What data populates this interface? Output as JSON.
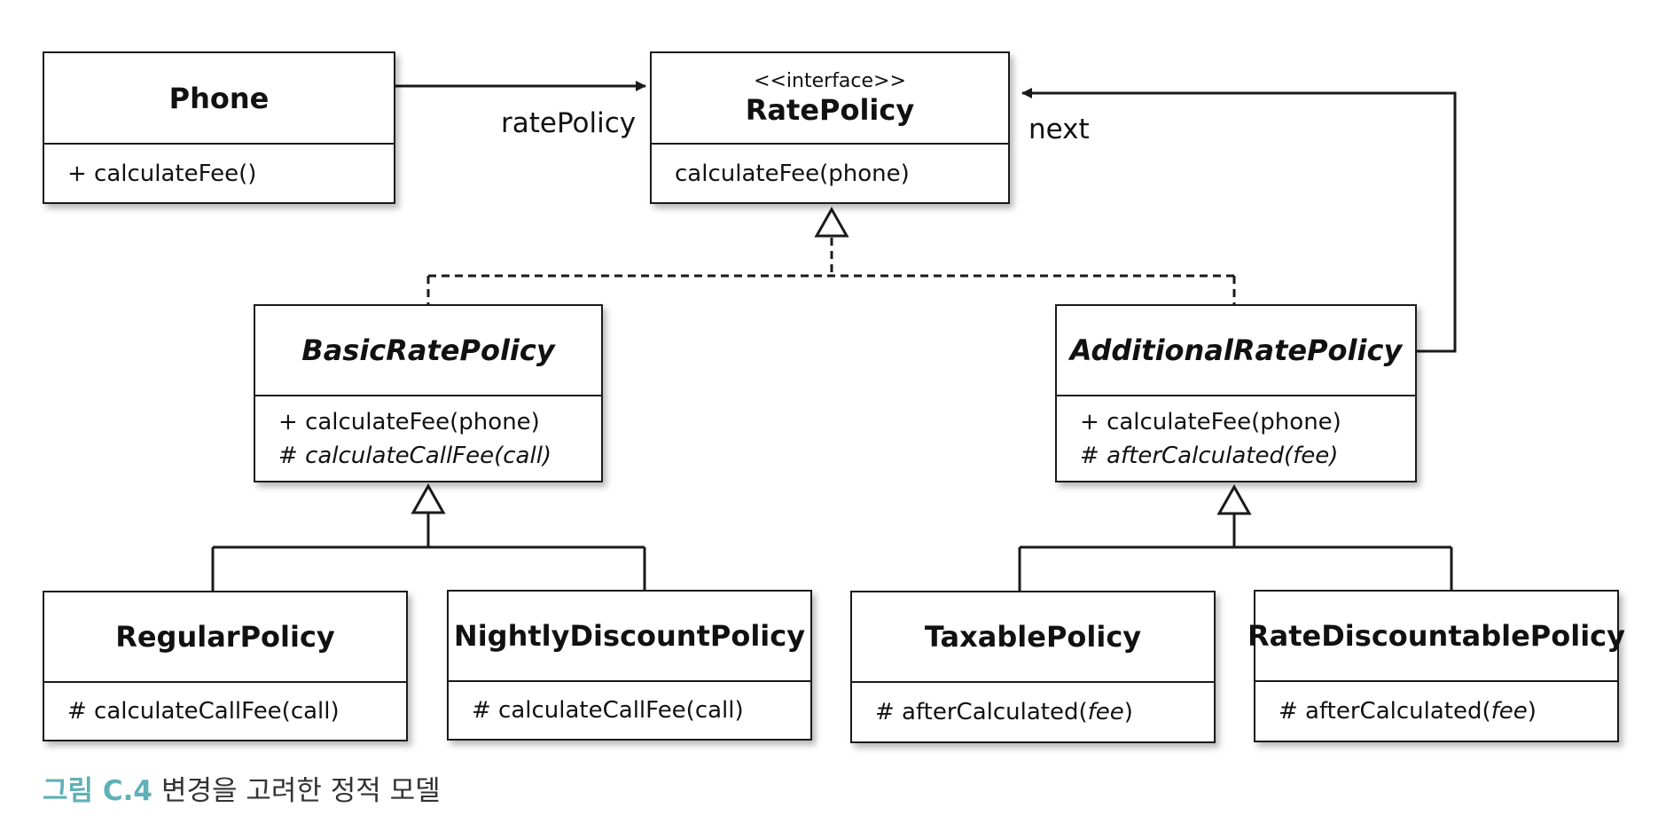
{
  "classes": {
    "phone": {
      "name": "Phone",
      "operations": [
        "+ calculateFee()"
      ]
    },
    "rate_policy": {
      "stereotype": "<<interface>>",
      "name": "RatePolicy",
      "operations": [
        "calculateFee(phone)"
      ]
    },
    "basic_rate_policy": {
      "name": "BasicRatePolicy",
      "operations": [
        {
          "prefix": "+ ",
          "text": "calculateFee(phone)",
          "italic": ""
        },
        {
          "prefix": "# ",
          "text": "",
          "italic": "calculateCallFee(call)"
        }
      ]
    },
    "additional_rate_policy": {
      "name": "AdditionalRatePolicy",
      "operations": [
        {
          "prefix": "+ ",
          "text": "calculateFee(phone)",
          "italic": ""
        },
        {
          "prefix": "# ",
          "text": "",
          "italic": "afterCalculated(fee)"
        }
      ]
    },
    "regular_policy": {
      "name": "RegularPolicy",
      "operations": [
        "# calculateCallFee(call)"
      ]
    },
    "nightly_discount_policy": {
      "name": "NightlyDiscountPolicy",
      "operations": [
        "# calculateCallFee(call)"
      ]
    },
    "taxable_policy": {
      "name": "TaxablePolicy",
      "operations": [
        {
          "prefix": "# afterCalculated(",
          "italic": "fee",
          "suffix": ")"
        }
      ]
    },
    "rate_discountable_policy": {
      "name": "RateDiscountablePolicy",
      "operations": [
        {
          "prefix": "# afterCalculated(",
          "italic": "fee",
          "suffix": ")"
        }
      ]
    }
  },
  "relations": {
    "phone_to_rate_policy": {
      "label": "ratePolicy"
    },
    "additional_next": {
      "label": "next"
    }
  },
  "caption": {
    "number": "그림 C.4",
    "title": "변경을 고려한 정적 모델"
  },
  "colors": {
    "line": "#1a1a1a",
    "caption_number": "#5fb0b8",
    "caption_title": "#333333"
  }
}
